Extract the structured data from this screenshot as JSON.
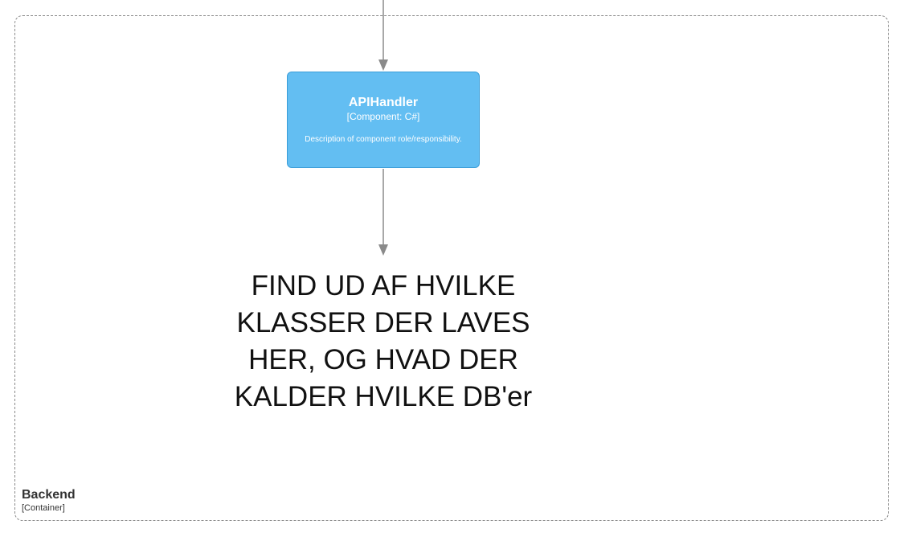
{
  "component": {
    "name": "APIHandler",
    "technology": "[Component: C#]",
    "description": "Description of component role/responsibility."
  },
  "note": {
    "text": "FIND UD AF HVILKE\nKLASSER DER LAVES\nHER, OG HVAD DER\nKALDER HVILKE DB'er"
  },
  "boundary": {
    "name": "Backend",
    "type": "[Container]"
  },
  "colors": {
    "component_fill": "#63bef2",
    "component_border": "#3b9ed9",
    "arrow": "#8a8a8a",
    "boundary_border": "#8a8a8a"
  }
}
